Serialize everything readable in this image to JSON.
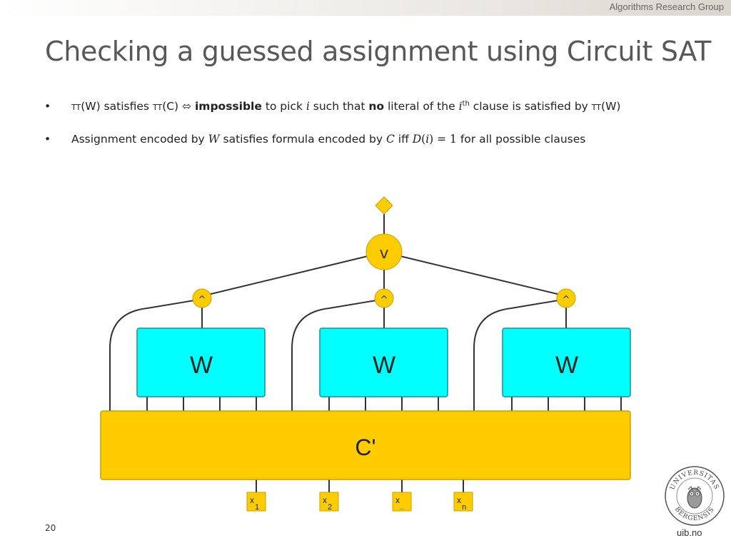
{
  "header": {
    "group": "Algorithms Research Group"
  },
  "slide": {
    "title": "Checking a guessed assignment using Circuit SAT",
    "page_number": "20",
    "site": "uib.no"
  },
  "bullets": [
    {
      "marker": "•",
      "tt1": "TT",
      "part1": "(W) satisfies ",
      "tt2": "TT",
      "part2": "(C) ",
      "iff_symbol": "⬄",
      "bold1": "impossible",
      "part3": " to pick ",
      "var_i": "i",
      "part4": " such that ",
      "bold2": "no",
      "part5": " literal of the ",
      "var_i2": "i",
      "sup_th": "th",
      "part6": " clause is satisfied by ",
      "tt3": "TT",
      "part7": "(W)"
    },
    {
      "marker": "•",
      "part1": "Assignment encoded by ",
      "var_W": "W",
      "part2": " satisfies formula encoded by ",
      "var_C": "C",
      "part3": " iff ",
      "expr_D": "D",
      "expr_open": "(",
      "expr_i": "i",
      "expr_rest": ") = 1",
      "part4": " for all possible clauses"
    }
  ],
  "circuit": {
    "or_gate": "v",
    "and_gates": [
      "^",
      "^",
      "^"
    ],
    "w_blocks": [
      "W",
      "W",
      "W"
    ],
    "c_block": "C'",
    "inputs": [
      {
        "base": "x",
        "sub": "1"
      },
      {
        "base": "x",
        "sub": "2"
      },
      {
        "base": "x",
        "sub": "..."
      },
      {
        "base": "x",
        "sub": "n"
      }
    ],
    "colors": {
      "gate": "#ffcc00",
      "gate_stroke": "#c9a100",
      "w_fill": "#00ffff",
      "w_stroke": "#1f8f8f",
      "c_fill": "#ffcc00",
      "wire": "#333333"
    }
  },
  "logo": {
    "icon": "university-seal-icon",
    "text_top": "UNIVERSITAS",
    "text_bottom": "BERGENSIS"
  }
}
